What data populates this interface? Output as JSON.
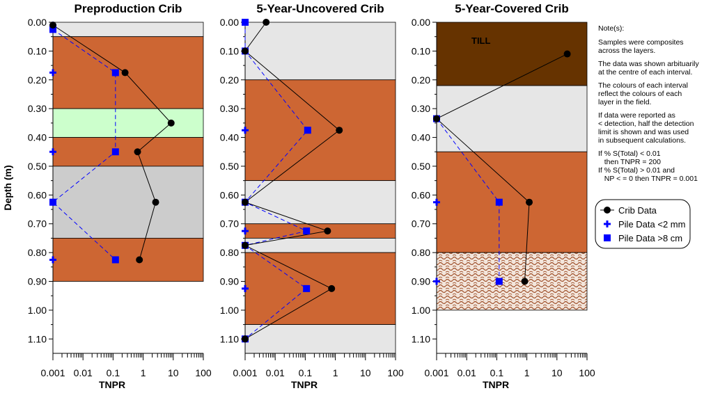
{
  "chart_data": {
    "type": "scatter",
    "y_axis": {
      "label": "Depth (m)",
      "ylim": [
        0,
        1.15
      ],
      "reversed": true,
      "ticks": [
        0.0,
        0.1,
        0.2,
        0.3,
        0.4,
        0.5,
        0.6,
        0.7,
        0.8,
        0.9,
        1.0,
        1.1
      ],
      "tick_labels": [
        "0.00",
        "0.10",
        "0.20",
        "0.30",
        "0.40",
        "0.50",
        "0.60",
        "0.70",
        "0.80",
        "0.90",
        "1.00",
        "1.10"
      ]
    },
    "x_axis": {
      "label": "TNPR",
      "scale": "log",
      "xlim": [
        0.001,
        100
      ],
      "ticks": [
        0.001,
        0.01,
        0.1,
        1,
        10,
        100
      ],
      "tick_labels": [
        "0.001",
        "0.01",
        "0.1",
        "1",
        "10",
        "100"
      ]
    },
    "series_styles": {
      "crib": {
        "color": "#000000",
        "marker": "circle",
        "line": "solid"
      },
      "fine": {
        "color": "#0000ff",
        "marker": "plus",
        "line": "none"
      },
      "coarse": {
        "color": "#0000ff",
        "marker": "square",
        "line": "dashed"
      }
    },
    "panels": [
      {
        "title": "Preproduction Crib",
        "layers": [
          {
            "top": 0.0,
            "bottom": 0.05,
            "fill": "#e6e6e6",
            "pattern": "none",
            "label": ""
          },
          {
            "top": 0.05,
            "bottom": 0.3,
            "fill": "#cd6633",
            "pattern": "none",
            "label": ""
          },
          {
            "top": 0.3,
            "bottom": 0.4,
            "fill": "#ccffcc",
            "pattern": "none",
            "label": ""
          },
          {
            "top": 0.4,
            "bottom": 0.5,
            "fill": "#cd6633",
            "pattern": "none",
            "label": ""
          },
          {
            "top": 0.5,
            "bottom": 0.75,
            "fill": "#cccccc",
            "pattern": "none",
            "label": ""
          },
          {
            "top": 0.75,
            "bottom": 0.9,
            "fill": "#cd6633",
            "pattern": "none",
            "label": ""
          }
        ],
        "crib": [
          {
            "x": 0.001,
            "y": 0.01
          },
          {
            "x": 0.25,
            "y": 0.175
          },
          {
            "x": 8.5,
            "y": 0.35
          },
          {
            "x": 0.65,
            "y": 0.45
          },
          {
            "x": 2.6,
            "y": 0.625
          },
          {
            "x": 0.75,
            "y": 0.825
          }
        ],
        "fine": [
          {
            "x": 0.001,
            "y": 0.01
          },
          {
            "x": 0.001,
            "y": 0.175
          },
          {
            "x": 0.001,
            "y": 0.45
          },
          {
            "x": 0.001,
            "y": 0.625
          },
          {
            "x": 0.001,
            "y": 0.825
          }
        ],
        "coarse": [
          {
            "x": 0.001,
            "y": 0.025
          },
          {
            "x": 0.12,
            "y": 0.175
          },
          {
            "x": 0.12,
            "y": 0.45
          },
          {
            "x": 0.001,
            "y": 0.625
          },
          {
            "x": 0.12,
            "y": 0.825
          }
        ]
      },
      {
        "title": "5-Year-Uncovered Crib",
        "layers": [
          {
            "top": 0.0,
            "bottom": 0.2,
            "fill": "#e6e6e6",
            "pattern": "none",
            "label": ""
          },
          {
            "top": 0.2,
            "bottom": 0.55,
            "fill": "#cd6633",
            "pattern": "none",
            "label": ""
          },
          {
            "top": 0.55,
            "bottom": 0.7,
            "fill": "#e6e6e6",
            "pattern": "none",
            "label": ""
          },
          {
            "top": 0.7,
            "bottom": 0.75,
            "fill": "#cd6633",
            "pattern": "none",
            "label": ""
          },
          {
            "top": 0.75,
            "bottom": 0.8,
            "fill": "#e6e6e6",
            "pattern": "none",
            "label": ""
          },
          {
            "top": 0.8,
            "bottom": 1.05,
            "fill": "#cd6633",
            "pattern": "none",
            "label": ""
          },
          {
            "top": 1.05,
            "bottom": 1.15,
            "fill": "#e6e6e6",
            "pattern": "none",
            "label": ""
          }
        ],
        "crib": [
          {
            "x": 0.005,
            "y": 0.0
          },
          {
            "x": 0.001,
            "y": 0.1
          },
          {
            "x": 1.35,
            "y": 0.375
          },
          {
            "x": 0.001,
            "y": 0.625
          },
          {
            "x": 0.55,
            "y": 0.725
          },
          {
            "x": 0.001,
            "y": 0.775
          },
          {
            "x": 0.75,
            "y": 0.925
          },
          {
            "x": 0.001,
            "y": 1.1
          }
        ],
        "fine": [
          {
            "x": 0.001,
            "y": 0.0
          },
          {
            "x": 0.001,
            "y": 0.1
          },
          {
            "x": 0.001,
            "y": 0.375
          },
          {
            "x": 0.001,
            "y": 0.625
          },
          {
            "x": 0.001,
            "y": 0.725
          },
          {
            "x": 0.001,
            "y": 0.775
          },
          {
            "x": 0.001,
            "y": 0.925
          },
          {
            "x": 0.001,
            "y": 1.1
          }
        ],
        "coarse": [
          {
            "x": 0.001,
            "y": 0.0
          },
          {
            "x": 0.001,
            "y": 0.1
          },
          {
            "x": 0.12,
            "y": 0.375
          },
          {
            "x": 0.001,
            "y": 0.625
          },
          {
            "x": 0.11,
            "y": 0.725
          },
          {
            "x": 0.001,
            "y": 0.775
          },
          {
            "x": 0.11,
            "y": 0.925
          },
          {
            "x": 0.001,
            "y": 1.1
          }
        ]
      },
      {
        "title": "5-Year-Covered Crib",
        "layers": [
          {
            "top": 0.0,
            "bottom": 0.22,
            "fill": "#663300",
            "pattern": "none",
            "label": "TILL"
          },
          {
            "top": 0.22,
            "bottom": 0.45,
            "fill": "#e6e6e6",
            "pattern": "none",
            "label": ""
          },
          {
            "top": 0.45,
            "bottom": 0.8,
            "fill": "#cd6633",
            "pattern": "none",
            "label": ""
          },
          {
            "top": 0.8,
            "bottom": 1.0,
            "fill": "#f3e6dc",
            "pattern": "gravel",
            "label": ""
          }
        ],
        "crib": [
          {
            "x": 22,
            "y": 0.11
          },
          {
            "x": 0.001,
            "y": 0.335
          },
          {
            "x": 1.2,
            "y": 0.625
          },
          {
            "x": 0.85,
            "y": 0.9
          }
        ],
        "fine": [
          {
            "x": 0.001,
            "y": 0.335
          },
          {
            "x": 0.001,
            "y": 0.625
          },
          {
            "x": 0.001,
            "y": 0.9
          }
        ],
        "coarse": [
          {
            "x": 0.001,
            "y": 0.335
          },
          {
            "x": 0.12,
            "y": 0.625
          },
          {
            "x": 0.12,
            "y": 0.9
          }
        ]
      }
    ],
    "notes_title": "Note(s):",
    "notes": [
      [
        "Samples were composites",
        "across the layers."
      ],
      [
        "The data was shown arbituarily",
        "at the centre of each interval."
      ],
      [
        "The colours of each interval",
        "reflect the colours of each",
        "layer in the field."
      ],
      [
        "If data were reported as",
        "< detection, half the detection",
        "limit is shown and was used",
        "in subsequent calculations."
      ],
      [
        "If % S(Total) < 0.01",
        "   then TNPR = 200",
        "If % S(Total) > 0.01 and",
        "   NP < = 0 then TNPR = 0.001"
      ]
    ],
    "legend": {
      "placement": "right",
      "entries": [
        {
          "key": "crib",
          "label": "Crib Data"
        },
        {
          "key": "fine",
          "label": "Pile Data <2 mm"
        },
        {
          "key": "coarse",
          "label": "Pile Data >8 cm"
        }
      ]
    }
  }
}
